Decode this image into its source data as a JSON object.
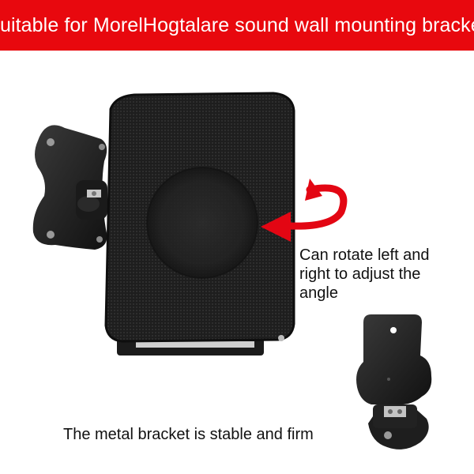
{
  "banner": {
    "text": "Suitable for MorelHogtalare sound wall mounting bracket",
    "color": "#e8080e"
  },
  "captions": {
    "rotate": "Can rotate left and right to adjust the angle",
    "bracket": "The metal bracket is stable and firm"
  },
  "colors": {
    "arrow": "#e30613",
    "speaker": "#1c1c1c",
    "bracket": "#232323"
  }
}
